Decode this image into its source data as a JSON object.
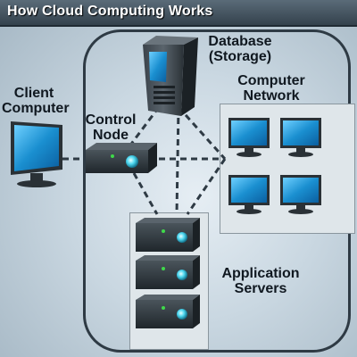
{
  "title": "How Cloud Computing Works",
  "labels": {
    "client_line1": "Client",
    "client_line2": "Computer",
    "control_line1": "Control",
    "control_line2": "Node",
    "db_line1": "Database",
    "db_line2": "(Storage)",
    "network_line1": "Computer",
    "network_line2": "Network",
    "servers_line1": "Application",
    "servers_line2": "Servers"
  },
  "icons": {
    "client": "monitor-icon",
    "control_node": "network-device-icon",
    "database": "server-tower-icon",
    "network_monitors": "monitor-icon",
    "servers": "rack-server-icon"
  },
  "colors": {
    "title_bar": "#3f4e5a",
    "background": "#c9d7e1",
    "cloud_outline": "#2e3a44",
    "screen_blue": "#1a8fd0",
    "device_dark": "#2b3338",
    "led_green": "#3fd94a",
    "led_cyan": "#4fd8f0"
  }
}
